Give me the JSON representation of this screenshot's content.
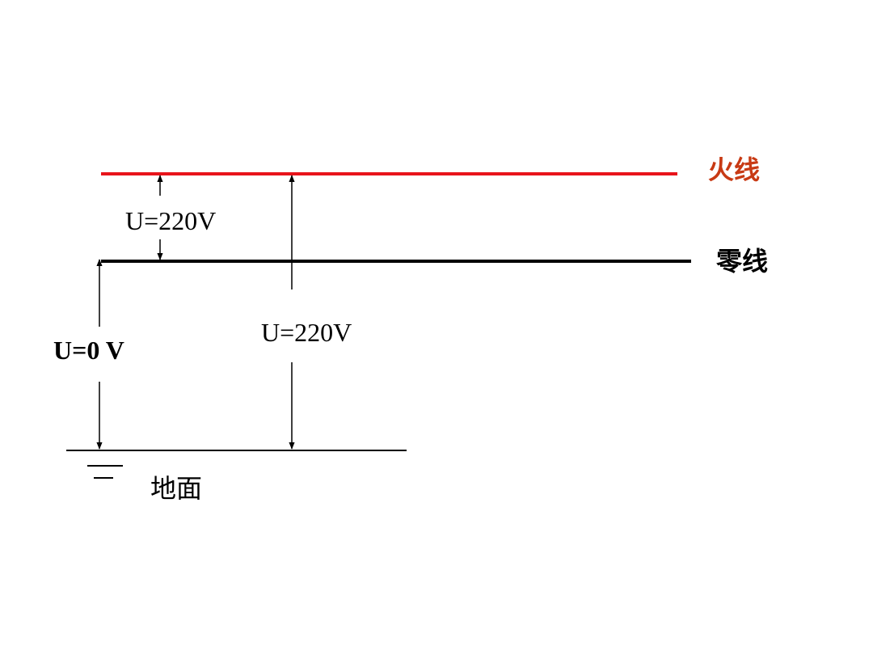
{
  "lines": {
    "live": {
      "label": "火线",
      "color": "#e8141b",
      "label_color": "#c83a14"
    },
    "neutral": {
      "label": "零线",
      "color": "#000000"
    },
    "ground": {
      "label": "地面",
      "color": "#000000"
    }
  },
  "measurements": {
    "live_to_neutral": "U=220V",
    "live_to_ground": "U=220V",
    "neutral_to_ground": "U=0 V"
  }
}
